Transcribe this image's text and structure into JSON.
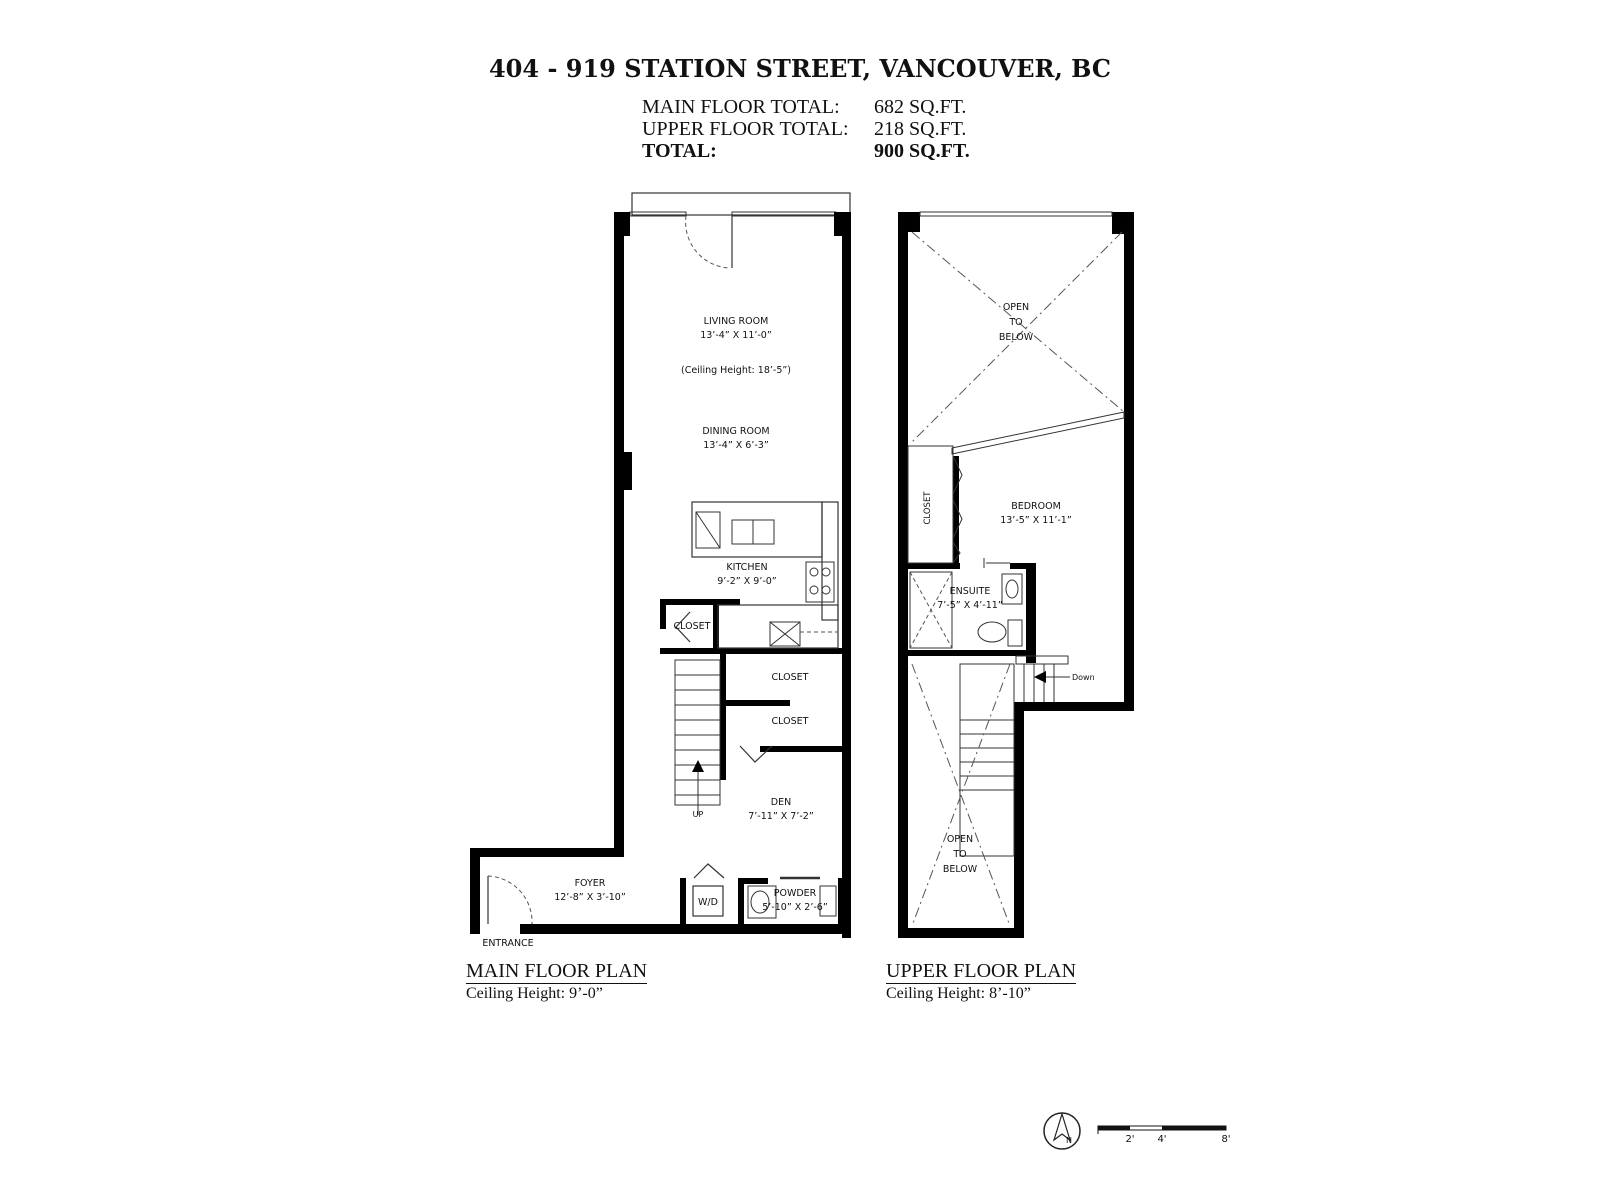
{
  "header": {
    "address": "404 - 919 STATION STREET, VANCOUVER, BC",
    "totals": [
      {
        "label": "MAIN FLOOR TOTAL:",
        "value": "682 SQ.FT."
      },
      {
        "label": "UPPER FLOOR TOTAL:",
        "value": "218 SQ.FT."
      },
      {
        "label": "TOTAL:",
        "value": "900 SQ.FT."
      }
    ]
  },
  "main_floor": {
    "caption": "MAIN FLOOR PLAN",
    "ceiling": "Ceiling Height: 9’-0”",
    "living": {
      "name": "LIVING ROOM",
      "dims": "13’-4” X 11’-0”",
      "note": "(Ceiling Height: 18’-5”)"
    },
    "dining": {
      "name": "DINING ROOM",
      "dims": "13’-4” X 6’-3”"
    },
    "kitchen": {
      "name": "KITCHEN",
      "dims": "9’-2” X 9’-0”"
    },
    "closet": "CLOSET",
    "den": {
      "name": "DEN",
      "dims": "7’-11” X 7’-2”"
    },
    "up": "UP",
    "foyer": {
      "name": "FOYER",
      "dims": "12’-8” X 3’-10”"
    },
    "wd": "W/D",
    "powder": {
      "name": "POWDER",
      "dims": "5’-10” X 2’-6”"
    },
    "entrance": "ENTRANCE"
  },
  "upper_floor": {
    "caption": "UPPER FLOOR PLAN",
    "ceiling": "Ceiling Height: 8’-10”",
    "open_lines": [
      "OPEN",
      "TO",
      "BELOW"
    ],
    "bedroom": {
      "name": "BEDROOM",
      "dims": "13’-5” X 11’-1”"
    },
    "closet": "CLOSET",
    "ensuite": {
      "name": "ENSUITE",
      "dims": "7’-5” X 4’-11”"
    },
    "down": "Down"
  },
  "legend": {
    "compass": "N",
    "scale": [
      "2'",
      "4'",
      "8'"
    ]
  }
}
